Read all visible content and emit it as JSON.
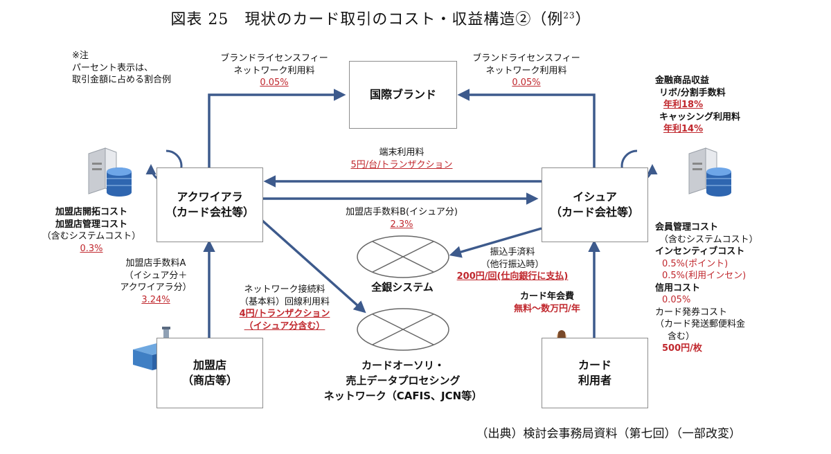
{
  "title": {
    "text": "図表 25　現状のカード取引のコスト・収益構造②（例",
    "sup": "23",
    "close": "）"
  },
  "note": {
    "line1": "※注",
    "line2": "パーセント表示は、",
    "line3": "取引金額に占める割合例"
  },
  "boxes": {
    "brand": "国際ブランド",
    "acquirer_l1": "アクワイアラ",
    "acquirer_l2": "（カード会社等）",
    "issuer_l1": "イシュア",
    "issuer_l2": "（カード会社等）",
    "merchant_l1": "加盟店",
    "merchant_l2": "（商店等）",
    "user_l1": "カード",
    "user_l2": "利用者"
  },
  "brand_fee_left": {
    "l1": "ブランドライセンスフィー",
    "l2": "ネットワーク利用料",
    "v": "0.05%"
  },
  "brand_fee_right": {
    "l1": "ブランドライセンスフィー",
    "l2": "ネットワーク利用料",
    "v": "0.05%"
  },
  "terminal_fee": {
    "l1": "端末利用料",
    "v": "5円/台/トランザクション"
  },
  "merchant_fee_b": {
    "l1": "加盟店手数料B(イシュア分)",
    "v": "2.3%"
  },
  "zengin": {
    "label": "全銀システム"
  },
  "transfer_fee": {
    "l1": "振込手済料",
    "l2": "（他行振込時）",
    "v": "200円/回(仕向銀行に支払)"
  },
  "annual_fee": {
    "l1": "カード年会費",
    "v": "無料～数万円/年"
  },
  "network_fee": {
    "l1": "ネットワーク接続料",
    "l2": "（基本料）回線利用料",
    "v1": "4円/トランザクション",
    "v2": "（イシュア分含む）"
  },
  "cafis": {
    "l1": "カードオーソリ・",
    "l2": "売上データプロセシング",
    "l3": "ネットワーク（CAFIS、JCN等）"
  },
  "acq_cost": {
    "l1": "加盟店開拓コスト",
    "l2": "加盟店管理コスト",
    "l3": "（含むシステムコスト）",
    "v": "0.3%"
  },
  "merchant_fee_a": {
    "l1": "加盟店手数料A",
    "l2": "（イシュア分＋",
    "l3": "アクワイアラ分）",
    "v": "3.24%"
  },
  "revenue": {
    "l1": "金融商品収益",
    "l2": "リボ/分割手数料",
    "v1": "年利18%",
    "l3": "キャッシング利用料",
    "v2": "年利14%"
  },
  "issuer_cost": {
    "l1": "会員管理コスト",
    "l2": "（含むシステムコスト）",
    "l3": "インセンティブコスト",
    "v1": "0.5%(ポイント)",
    "v2": "0.5%(利用インセン)",
    "l4": "信用コスト",
    "v3": "0.05%",
    "l5": "カード発券コスト",
    "l6": "（カード発送郵便料金",
    "l7": "含む）",
    "v4": "500円/枚"
  },
  "source": "（出典）検討会事務局資料（第七回）（一部改変）",
  "colors": {
    "arrow": "#3d5a8c",
    "red": "#c0272d",
    "border": "#8c8c8c"
  }
}
